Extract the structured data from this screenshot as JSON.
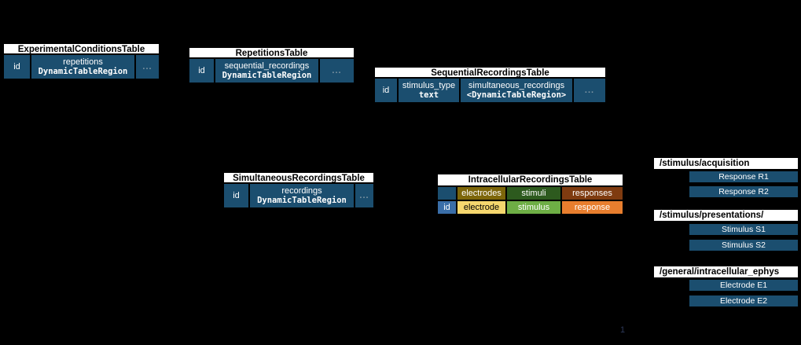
{
  "colors": {
    "background": "#000000",
    "table_body_blue": "#1B4E6F",
    "table_header_bg": "#FFFFFF",
    "table_header_text": "#000000",
    "ellipsis_text": "#7F95A3",
    "id_cell_blue": "#3A6EA8",
    "electrodes_group": "#7D660A",
    "electrode_cell": "#F5D76E",
    "stimuli_group": "#2D5A1E",
    "stimulus_cell": "#6EAE45",
    "responses_group": "#7F3B10",
    "response_cell": "#E87E2E"
  },
  "tables": {
    "experimental_conditions": {
      "title": "ExperimentalConditionsTable",
      "id_label": "id",
      "col_name": "repetitions",
      "col_type": "DynamicTableRegion",
      "more_label": "..."
    },
    "repetitions": {
      "title": "RepetitionsTable",
      "id_label": "id",
      "col_name": "sequential_recordings",
      "col_type": "DynamicTableRegion",
      "more_label": "..."
    },
    "sequential_recordings": {
      "title": "SequentialRecordingsTable",
      "id_label": "id",
      "col1_name": "stimulus_type",
      "col1_type": "text",
      "col2_name": "simultaneous_recordings",
      "col2_type": "<DynamicTableRegion>",
      "more_label": "..."
    },
    "simultaneous_recordings": {
      "title": "SimultaneousRecordingsTable",
      "id_label": "id",
      "col_name": "recordings",
      "col_type": "DynamicTableRegion",
      "more_label": "..."
    },
    "intracellular_recordings": {
      "title": "IntracellularRecordingsTable",
      "groups": [
        "electrodes",
        "stimuli",
        "responses"
      ],
      "columns": [
        "id",
        "electrode",
        "stimulus",
        "response"
      ]
    }
  },
  "file_tree": {
    "groups": [
      {
        "path": "/stimulus/acquisition",
        "items": [
          "Response R1",
          "Response R2"
        ]
      },
      {
        "path": "/stimulus/presentations/",
        "items": [
          "Stimulus S1",
          "Stimulus S2"
        ]
      },
      {
        "path": "/general/intracellular_ephys",
        "items": [
          "Electrode E1",
          "Electrode E2"
        ]
      }
    ]
  },
  "page": {
    "number": "1"
  }
}
